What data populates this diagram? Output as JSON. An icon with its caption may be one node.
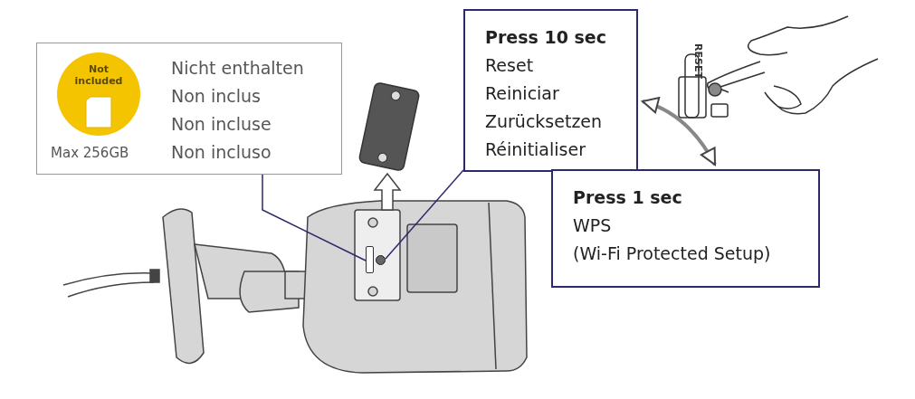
{
  "diagram": {
    "nodes": [
      {
        "text": [
          "Max 256GB",
          "Nicht enthalten",
          "Non inclus",
          "Non incluse",
          "Non incluso"
        ]
      },
      {
        "text": [
          "Not included"
        ],
        "in": 0
      },
      {
        "text": [
          "Press 10 sec",
          "Reset",
          "Reiniciar",
          "Zurücksetzen",
          "Réinitialiser"
        ]
      },
      {
        "text": [
          "Press 1 sec",
          "WPS",
          "(Wi-Fi Protected Setup)"
        ]
      },
      {
        "text": [],
        "shape": "box"
      },
      {
        "text": [],
        "shape": "circle"
      }
    ],
    "edges": [
      {
        "from": 0,
        "to": 4,
        "arrow": "none"
      },
      {
        "from": 2,
        "to": 5,
        "arrow": "none"
      },
      {
        "from": 2,
        "to": 3,
        "arrow": "both",
        "style": "thick",
        "color": "#888888"
      }
    ],
    "labels": [
      "RESET"
    ]
  }
}
